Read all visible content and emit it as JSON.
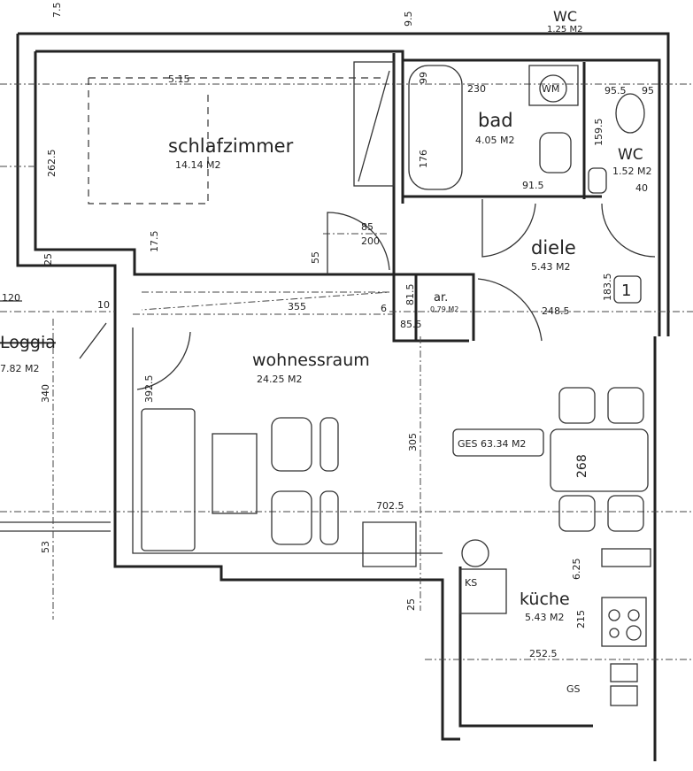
{
  "rooms": {
    "schlafzimmer": {
      "name": "schlafzimmer",
      "area": "14.14 M2"
    },
    "bad": {
      "name": "bad",
      "area": "4.05 M2"
    },
    "wc": {
      "name": "WC",
      "area": "1.52 M2"
    },
    "wc_top": {
      "name": "WC",
      "area": "1.25 M2"
    },
    "diele": {
      "name": "diele",
      "area": "5.43 M2"
    },
    "abstellraum": {
      "name": "ar.",
      "area": "0.79 M2"
    },
    "wohnessraum": {
      "name": "wohnessraum",
      "area": "24.25 M2"
    },
    "kueche": {
      "name": "küche",
      "area": "5.43 M2"
    },
    "loggia": {
      "name": "Loggia",
      "area": "7.82 M2"
    }
  },
  "total_area": "GES 63.34 M2",
  "unit_number": "1",
  "fixtures": {
    "washing_machine": "WM",
    "fridge": "KS",
    "dishwasher": "GS"
  },
  "dimensions": [
    "5.15",
    "262.5",
    "17.5",
    "25",
    "10",
    "355",
    "6",
    "85",
    "200",
    "55",
    "230",
    "176",
    "99",
    "91.5",
    "159.5",
    "95.5",
    "95",
    "40",
    "183.5",
    "248.5",
    "81.5",
    "85.5",
    "305",
    "392.5",
    "340",
    "702.5",
    "268",
    "252.5",
    "215",
    "6.25",
    "53",
    "7.5",
    "9.5",
    "120"
  ]
}
